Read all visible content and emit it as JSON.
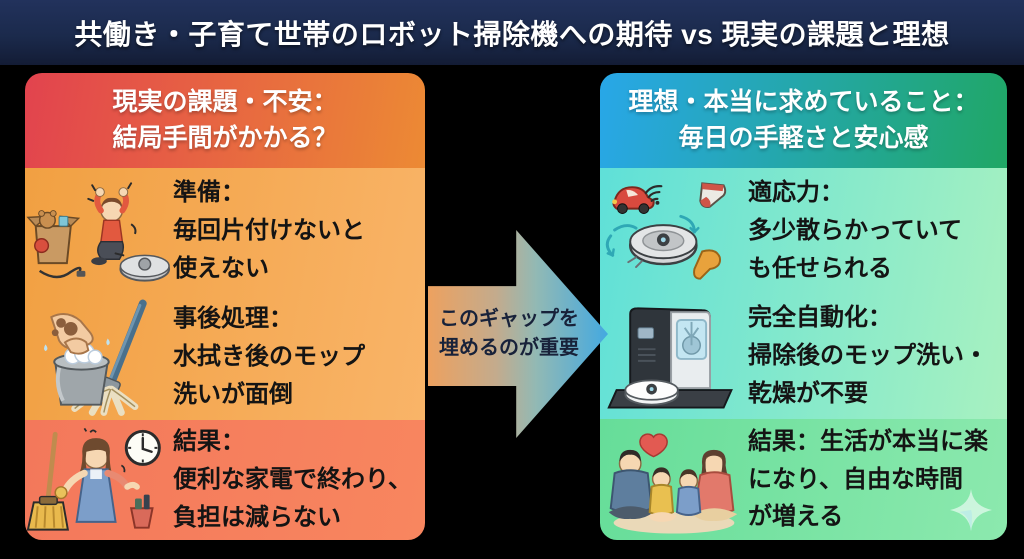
{
  "title": "共働き・子育て世帯のロボット掃除機への期待 vs 現実の課題と理想",
  "left_panel": {
    "header": "現実の課題・不安：\n結局手間がかかる？",
    "items": [
      {
        "icon": "messy-room-panic",
        "text": "準備：\n毎回片付けないと\n使えない"
      },
      {
        "icon": "mop-bucket-washing",
        "text": "事後処理：\n水拭き後のモップ\n洗いが面倒"
      },
      {
        "icon": "tired-woman-clock",
        "text": "結果：\n便利な家電で終わり、\n負担は減らない"
      }
    ]
  },
  "arrow": {
    "text": "このギャップを\n埋めるのが重要"
  },
  "right_panel": {
    "header": "理想・本当に求めていること：\n毎日の手軽さと安心感",
    "items": [
      {
        "icon": "adaptive-robot",
        "text": "適応力：\n多少散らかっていて\nも任せられる"
      },
      {
        "icon": "dock-station",
        "text": "完全自動化：\n掃除後のモップ洗い・\n乾燥が不要"
      },
      {
        "icon": "happy-family",
        "text": "結果：生活が本当に楽\nになり、自由な時間\nが増える"
      }
    ]
  },
  "colors": {
    "background": "#000000",
    "topbar_navy": "#1b2a4c",
    "left_header_gradient": [
      "#e2434e",
      "#ec8a34"
    ],
    "left_top_gradient": [
      "#f1a042",
      "#f9b468"
    ],
    "left_bottom_gradient": [
      "#f3785b",
      "#f8865f"
    ],
    "right_header_gradient": [
      "#28a7e8",
      "#20a765"
    ],
    "right_top_gradient": [
      "#5fe0d8",
      "#a8f1c0"
    ],
    "right_bottom_gradient": [
      "#66dd99",
      "#8ce9ae"
    ],
    "arrow_gradient": [
      "#eda15f",
      "#44a9e0"
    ],
    "arrow_text": "#18223a",
    "item_text": "#141414",
    "header_text": "#ffffff"
  }
}
